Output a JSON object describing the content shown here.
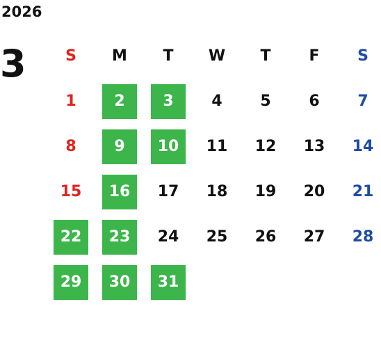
{
  "year": "2026",
  "month": "3",
  "weekdays": [
    "S",
    "M",
    "T",
    "W",
    "T",
    "F",
    "S"
  ],
  "colors": {
    "highlight": "#3cb54a",
    "sunday": "#e0231e",
    "saturday": "#1f4aa6",
    "text": "#111111"
  },
  "weeks": [
    [
      {
        "d": "1"
      },
      {
        "d": "2",
        "hl": true
      },
      {
        "d": "3",
        "hl": true
      },
      {
        "d": "4"
      },
      {
        "d": "5"
      },
      {
        "d": "6"
      },
      {
        "d": "7"
      }
    ],
    [
      {
        "d": "8"
      },
      {
        "d": "9",
        "hl": true
      },
      {
        "d": "10",
        "hl": true
      },
      {
        "d": "11"
      },
      {
        "d": "12"
      },
      {
        "d": "13"
      },
      {
        "d": "14"
      }
    ],
    [
      {
        "d": "15"
      },
      {
        "d": "16",
        "hl": true
      },
      {
        "d": "17"
      },
      {
        "d": "18"
      },
      {
        "d": "19"
      },
      {
        "d": "20"
      },
      {
        "d": "21"
      }
    ],
    [
      {
        "d": "22",
        "hl": true
      },
      {
        "d": "23",
        "hl": true
      },
      {
        "d": "24"
      },
      {
        "d": "25"
      },
      {
        "d": "26"
      },
      {
        "d": "27"
      },
      {
        "d": "28"
      }
    ],
    [
      {
        "d": "29",
        "hl": true
      },
      {
        "d": "30",
        "hl": true
      },
      {
        "d": "31",
        "hl": true
      },
      {
        "d": ""
      },
      {
        "d": ""
      },
      {
        "d": ""
      },
      {
        "d": ""
      }
    ]
  ]
}
